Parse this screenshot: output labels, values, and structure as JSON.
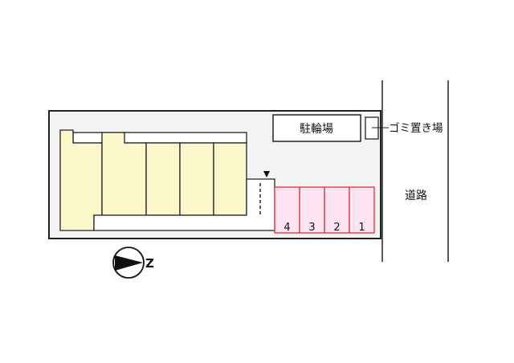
{
  "labels": {
    "bicycle_parking": "駐輪場",
    "garbage_area": "ゴミ置き場",
    "road": "道路",
    "north": "Z"
  },
  "parking_spaces": [
    "4",
    "3",
    "2",
    "1"
  ],
  "colors": {
    "lot": "#f3f3f3",
    "building": "#fdf8cc",
    "parking_fill": "#fde4f0",
    "parking_stroke": "#e0303c"
  }
}
